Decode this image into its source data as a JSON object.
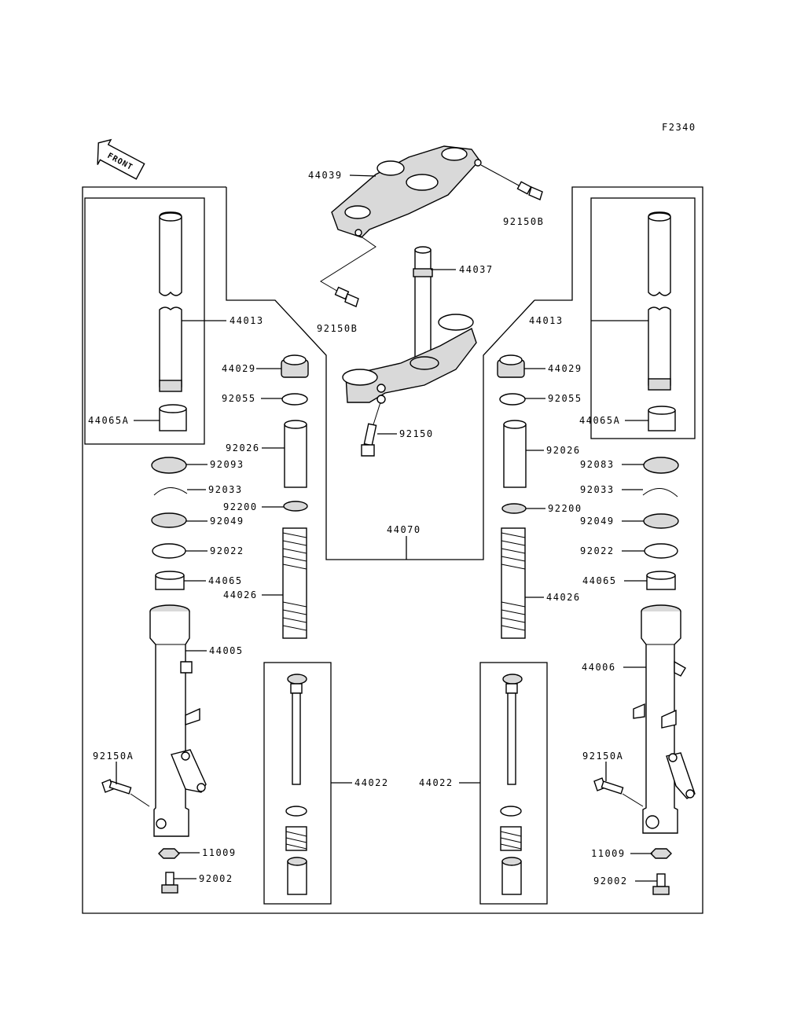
{
  "figure_code": "F2340",
  "front_arrow_label": "FRONT",
  "labels": {
    "l44039": "44039",
    "l92150B_top": "92150B",
    "l92150B_mid": "92150B",
    "l44037": "44037",
    "l92150": "92150",
    "l44013_left": "44013",
    "l44013_right": "44013",
    "l44065A_left": "44065A",
    "l44065A_right": "44065A",
    "l44029_left": "44029",
    "l44029_right": "44029",
    "l92055_left": "92055",
    "l92055_right": "92055",
    "l92026_left": "92026",
    "l92026_right": "92026",
    "l92093": "92093",
    "l92083": "92083",
    "l92033_left": "92033",
    "l92033_right": "92033",
    "l92200_left": "92200",
    "l92200_right": "92200",
    "l92049_left": "92049",
    "l92049_right": "92049",
    "l92022_left": "92022",
    "l92022_right": "92022",
    "l44070": "44070",
    "l44065_left": "44065",
    "l44065_right": "44065",
    "l44026_left": "44026",
    "l44026_right": "44026",
    "l44005": "44005",
    "l44006": "44006",
    "l92150A_left": "92150A",
    "l92150A_right": "92150A",
    "l44022_left": "44022",
    "l44022_right": "44022",
    "l11009_left": "11009",
    "l11009_right": "11009",
    "l92002_left": "92002",
    "l92002_right": "92002"
  }
}
